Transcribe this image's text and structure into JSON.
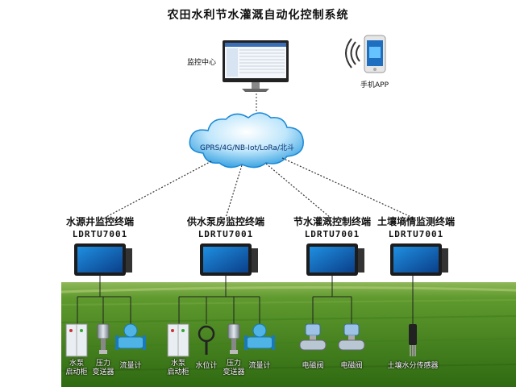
{
  "title": "农田水利节水灌溉自动化控制系统",
  "monitor_center": {
    "label": "监控中心"
  },
  "mobile_app": {
    "label": "手机APP"
  },
  "network": {
    "label": "GPRS/4G/NB-Iot/LoRa/北斗"
  },
  "terminals": [
    {
      "name": "水源井监控终端",
      "model": "LDRTU7001"
    },
    {
      "name": "供水泵房监控终端",
      "model": "LDRTU7001"
    },
    {
      "name": "节水灌溉控制终端",
      "model": "LDRTU7001"
    },
    {
      "name": "土壤墒情监测终端",
      "model": "LDRTU7001"
    }
  ],
  "devices": {
    "d1": "水泵\n启动柜",
    "d2": "压力\n变送器",
    "d3": "流量计",
    "d4": "水泵\n启动柜",
    "d5": "水位计",
    "d6": "压力\n变送器",
    "d7": "流量计",
    "d8": "电磁阀",
    "d9": "电磁阀",
    "d10": "土壤水分传感器"
  }
}
